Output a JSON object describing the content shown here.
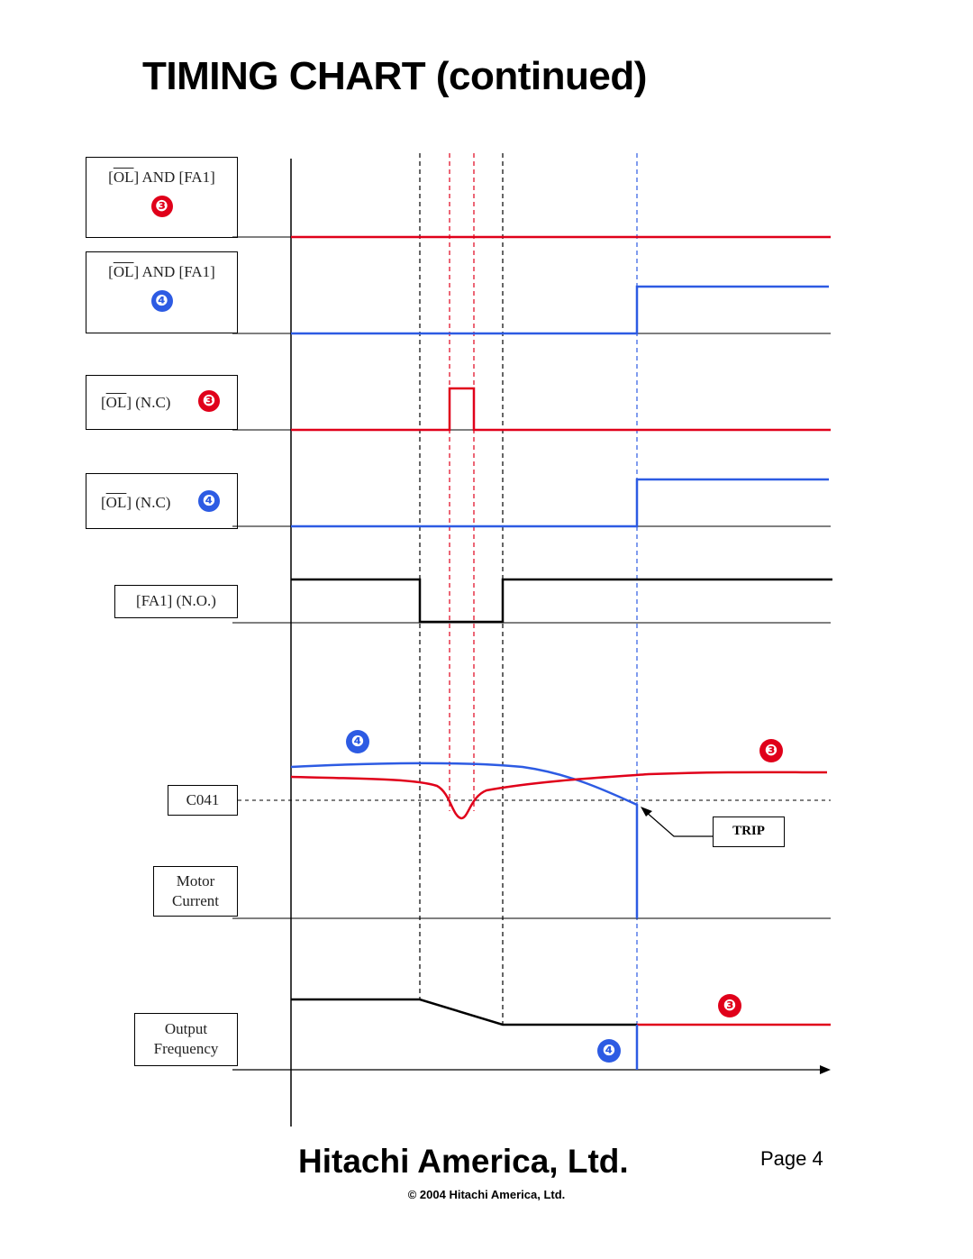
{
  "title": "TIMING CHART (continued)",
  "labels": {
    "ol_and_fa1_3": {
      "ol": "OL",
      "rest": " AND [FA1]",
      "badge": "❸"
    },
    "ol_and_fa1_4": {
      "ol": "OL",
      "rest": " AND [FA1]",
      "badge": "❹"
    },
    "ol_nc_3": {
      "ol": "OL",
      "rest": " (N.C)",
      "badge": "❸"
    },
    "ol_nc_4": {
      "ol": "OL",
      "rest": " (N.C)",
      "badge": "❹"
    },
    "fa1_no": "[FA1] (N.O.)",
    "c041": "C041",
    "motor_current": [
      "Motor",
      "Current"
    ],
    "output_frequency": [
      "Output",
      "Frequency"
    ]
  },
  "annotations": {
    "trip": "TRIP",
    "badge_3": "❸",
    "badge_4": "❹"
  },
  "colors": {
    "case3": "#e0001a",
    "case4": "#2d5be3",
    "signal": "#000000"
  },
  "footer": {
    "company": "Hitachi America, Ltd.",
    "page": "Page 4",
    "copyright": "© 2004 Hitachi America, Ltd."
  }
}
